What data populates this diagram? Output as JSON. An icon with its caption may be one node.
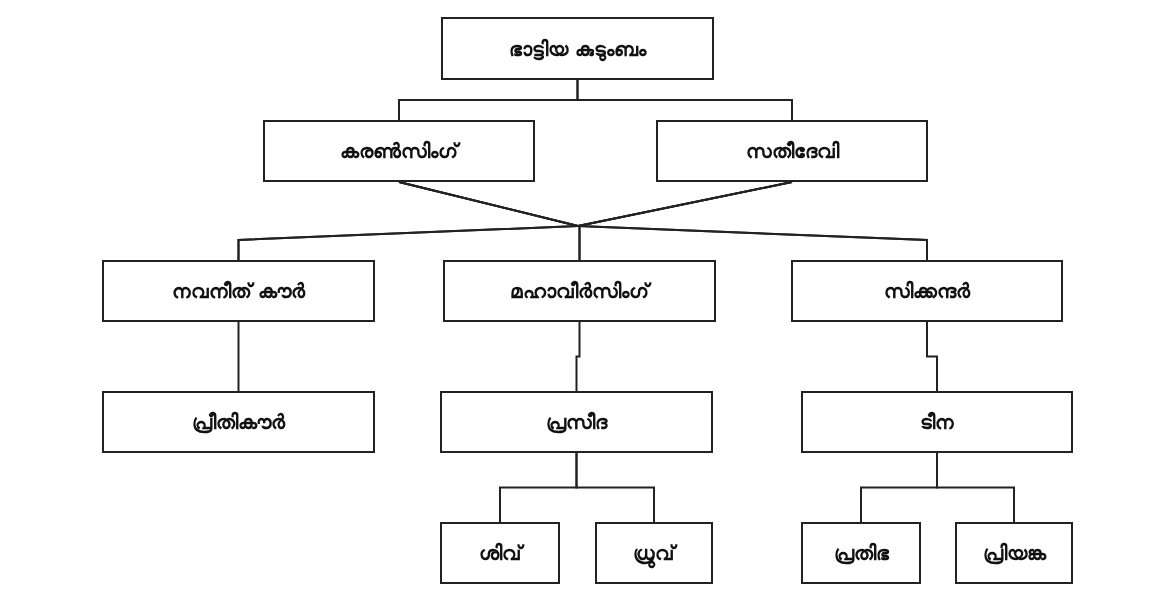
{
  "diagram": {
    "nodes": [
      {
        "text": [
          "ഭാട്ടിയ കുടുംബം"
        ]
      },
      {
        "text": [
          "കരൺസിംഗ്"
        ]
      },
      {
        "text": [
          "സതീദേവി"
        ]
      },
      {
        "text": [
          "നവനീത് കൗർ"
        ]
      },
      {
        "text": [
          "മഹാവീർസിംഗ്"
        ]
      },
      {
        "text": [
          "സിക്കന്ദർ"
        ]
      },
      {
        "text": [
          "പ്രീതികൗർ"
        ]
      },
      {
        "text": [
          "പ്രസീദ"
        ]
      },
      {
        "text": [
          "ടീന"
        ]
      },
      {
        "text": [
          "ശിവ്"
        ]
      },
      {
        "text": [
          "ധ്രുവ്"
        ]
      },
      {
        "text": [
          "പ്രതിഭ"
        ]
      },
      {
        "text": [
          "പ്രിയങ്ക"
        ]
      }
    ],
    "edges": [
      {
        "from": 0,
        "to": 1,
        "arrow": "none"
      },
      {
        "from": 0,
        "to": 2,
        "arrow": "none"
      },
      {
        "from": 1,
        "to": 3,
        "arrow": "none"
      },
      {
        "from": 1,
        "to": 4,
        "arrow": "none"
      },
      {
        "from": 1,
        "to": 5,
        "arrow": "none"
      },
      {
        "from": 2,
        "to": 3,
        "arrow": "none"
      },
      {
        "from": 2,
        "to": 4,
        "arrow": "none"
      },
      {
        "from": 2,
        "to": 5,
        "arrow": "none"
      },
      {
        "from": 3,
        "to": 6,
        "arrow": "none"
      },
      {
        "from": 4,
        "to": 7,
        "arrow": "none"
      },
      {
        "from": 5,
        "to": 8,
        "arrow": "none"
      },
      {
        "from": 7,
        "to": 9,
        "arrow": "none"
      },
      {
        "from": 7,
        "to": 10,
        "arrow": "none"
      },
      {
        "from": 8,
        "to": 11,
        "arrow": "none"
      },
      {
        "from": 8,
        "to": 12,
        "arrow": "none"
      }
    ]
  }
}
